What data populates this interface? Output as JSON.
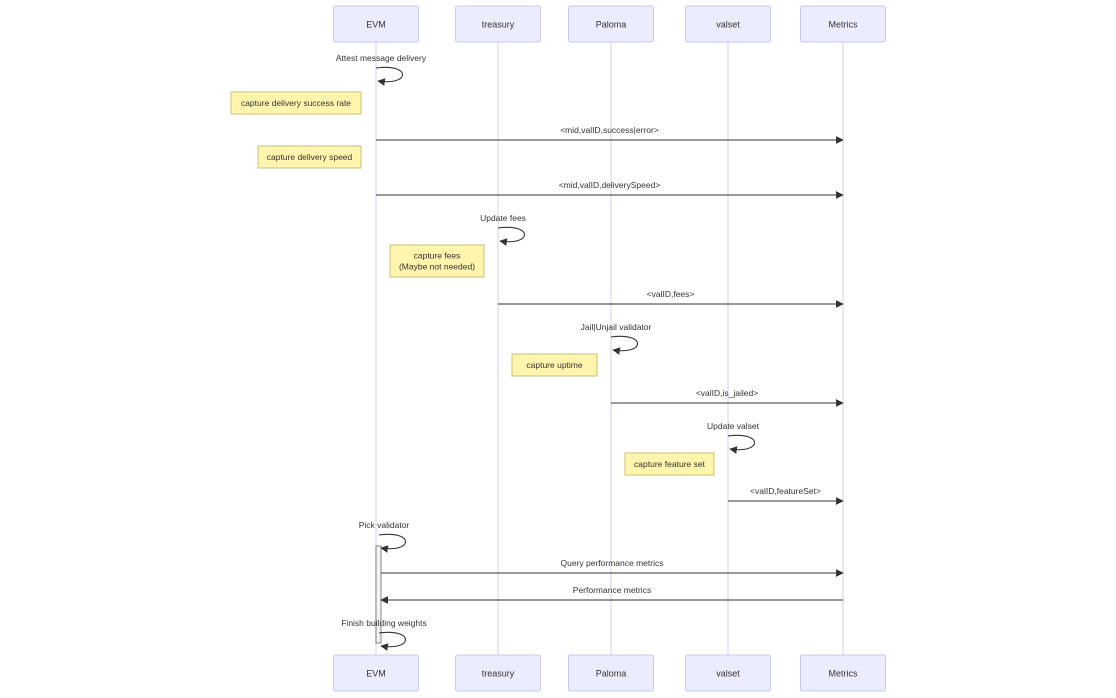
{
  "diagram": {
    "type": "sequence",
    "participants": [
      {
        "id": "evm",
        "label": "EVM"
      },
      {
        "id": "treasury",
        "label": "treasury"
      },
      {
        "id": "paloma",
        "label": "Paloma"
      },
      {
        "id": "valset",
        "label": "valset"
      },
      {
        "id": "metrics",
        "label": "Metrics"
      }
    ],
    "steps": [
      {
        "kind": "self",
        "actor": "evm",
        "label": "Attest message delivery"
      },
      {
        "kind": "note",
        "actor": "evm",
        "lines": [
          "capture delivery success rate"
        ]
      },
      {
        "kind": "message",
        "from": "evm",
        "to": "metrics",
        "label": "<mid,valID,success|error>"
      },
      {
        "kind": "note",
        "actor": "evm",
        "lines": [
          "capture delivery speed"
        ]
      },
      {
        "kind": "message",
        "from": "evm",
        "to": "metrics",
        "label": "<mid,valID,deliverySpeed>"
      },
      {
        "kind": "self",
        "actor": "treasury",
        "label": "Update fees"
      },
      {
        "kind": "note",
        "actor": "treasury",
        "lines": [
          "capture fees",
          "(Maybe not needed)"
        ]
      },
      {
        "kind": "message",
        "from": "treasury",
        "to": "metrics",
        "label": "<valID,fees>"
      },
      {
        "kind": "self",
        "actor": "paloma",
        "label": "Jail|Unjail validator"
      },
      {
        "kind": "note",
        "actor": "paloma",
        "lines": [
          "capture uptime"
        ]
      },
      {
        "kind": "message",
        "from": "paloma",
        "to": "metrics",
        "label": "<valID,is_jailed>"
      },
      {
        "kind": "self",
        "actor": "valset",
        "label": "Update valset"
      },
      {
        "kind": "note",
        "actor": "valset",
        "lines": [
          "capture feature set"
        ]
      },
      {
        "kind": "message",
        "from": "valset",
        "to": "metrics",
        "label": "<valID,featureSet>"
      },
      {
        "kind": "self",
        "actor": "evm",
        "label": "Pick validator"
      },
      {
        "kind": "message",
        "from": "evm",
        "to": "metrics",
        "label": "Query performance metrics"
      },
      {
        "kind": "message",
        "from": "metrics",
        "to": "evm",
        "label": "Performance metrics"
      },
      {
        "kind": "self",
        "actor": "evm",
        "label": "Finish building weights"
      }
    ]
  },
  "colors": {
    "actor_fill": "#ececff",
    "actor_stroke": "#c9c9f0",
    "lifeline": "#d8d8f0",
    "arrow": "#333333",
    "note_fill": "#fff5ad",
    "note_stroke": "#c8c07a",
    "activation_fill": "#f4f4f4",
    "activation_stroke": "#666666"
  }
}
